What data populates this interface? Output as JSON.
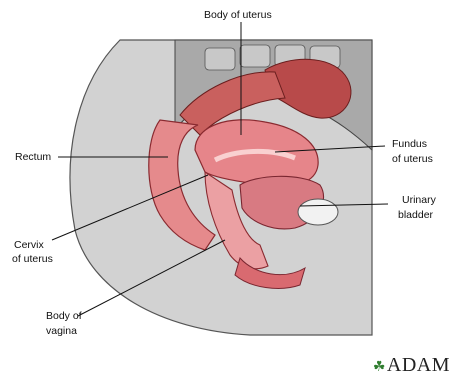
{
  "labels": {
    "body_of_uterus": "Body of uterus",
    "rectum": "Rectum",
    "fundus_line1": "Fundus",
    "fundus_line2": "of uterus",
    "urinary_line1": "Urinary",
    "urinary_line2": "bladder",
    "cervix_line1": "Cervix",
    "cervix_line2": "of uterus",
    "vagina_line1": "Body of",
    "vagina_line2": "vagina"
  },
  "logo": {
    "text": "ADAM",
    "icon": "leaf-icon"
  },
  "colors": {
    "tissue_pink": "#e8868a",
    "tissue_dark": "#b83a44",
    "tissue_light": "#f5b8b8",
    "bone_gray": "#9a9a9a",
    "skin_gray": "#cfcfcf",
    "background": "#ffffff"
  }
}
